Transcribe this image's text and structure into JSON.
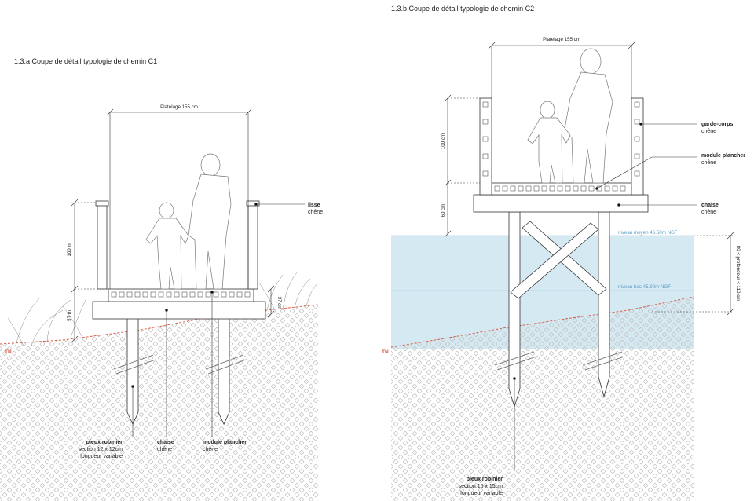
{
  "c1": {
    "title": "1.3.a    Coupe de détail typologie de chemin C1",
    "platelage": "Platelage 155 cm",
    "dim_100": "100 m",
    "dim_57": "57 m",
    "dim_37": "37 cm",
    "tn": "TN",
    "lisse": {
      "name": "lisse",
      "material": "chêne"
    },
    "pieux": {
      "name": "pieux robinier",
      "line1": "section 12 x 12cm",
      "line2": "longueur variable"
    },
    "chaise": {
      "name": "chaise",
      "material": "chêne"
    },
    "module": {
      "name": "module plancher",
      "material": "chêne"
    }
  },
  "c2": {
    "title": "1.3.b    Coupe de détail typologie de chemin C2",
    "platelage": "Platelage 155 cm",
    "dim_100": "100 cm",
    "dim_60": "60 cm",
    "dim_depth": "80 < profondeur < 110 cm",
    "tn": "TN",
    "niveau_moyen": "niveau moyen 46.50m NGF",
    "niveau_bas": "niveau bas 45.90m NGF",
    "garde_corps": {
      "name": "garde-corps",
      "material": "chêne"
    },
    "module": {
      "name": "module plancher",
      "material": "chêne"
    },
    "chaise": {
      "name": "chaise",
      "material": "chêne"
    },
    "pieux": {
      "name": "pieux robinier",
      "line1": "section 15 x 15cm",
      "line2": "longueur variable"
    }
  },
  "colors": {
    "water": "#d5e9f2",
    "tn": "#d9533a",
    "level": "#5a9bc6"
  }
}
